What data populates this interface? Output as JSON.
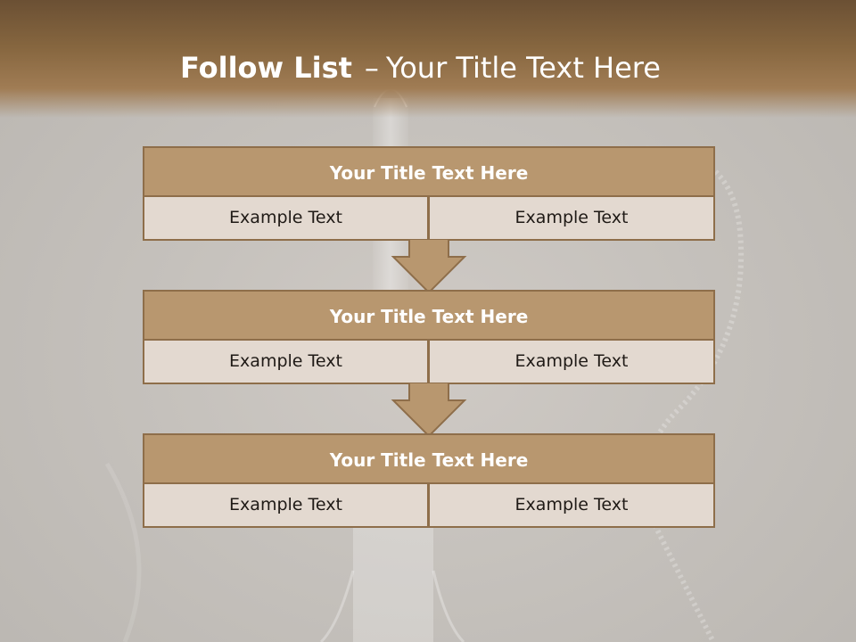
{
  "slide": {
    "title_bold": "Follow List",
    "title_separator": "–",
    "title_rest": "Your Title Text Here"
  },
  "blocks": [
    {
      "title": "Your Title Text Here",
      "left_text": "Example Text",
      "right_text": "Example Text"
    },
    {
      "title": "Your Title Text Here",
      "left_text": "Example Text",
      "right_text": "Example Text"
    },
    {
      "title": "Your Title Text Here",
      "left_text": "Example Text",
      "right_text": "Example Text"
    }
  ],
  "colors": {
    "header_band": "#86663f",
    "block_title_fill": "#b8976f",
    "block_border": "#8e6e4a",
    "cell_fill": "#e3d9d0",
    "arrow_fill": "#b8976f"
  }
}
